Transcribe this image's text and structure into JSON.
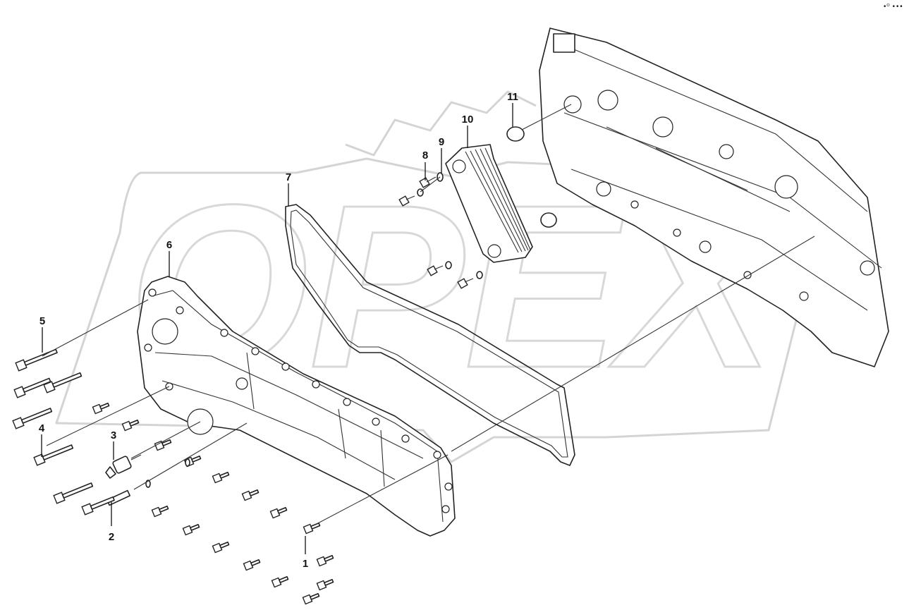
{
  "corner_mark": "•ᴼ •••",
  "watermark": "OPEX",
  "callouts": [
    {
      "id": "c1",
      "text": "1"
    },
    {
      "id": "c2",
      "text": "2"
    },
    {
      "id": "c3",
      "text": "3"
    },
    {
      "id": "c4",
      "text": "4"
    },
    {
      "id": "c5",
      "text": "5"
    },
    {
      "id": "c6",
      "text": "6"
    },
    {
      "id": "c7",
      "text": "7"
    },
    {
      "id": "c8",
      "text": "8"
    },
    {
      "id": "c9",
      "text": "9"
    },
    {
      "id": "c10",
      "text": "10"
    },
    {
      "id": "c11",
      "text": "11"
    }
  ]
}
